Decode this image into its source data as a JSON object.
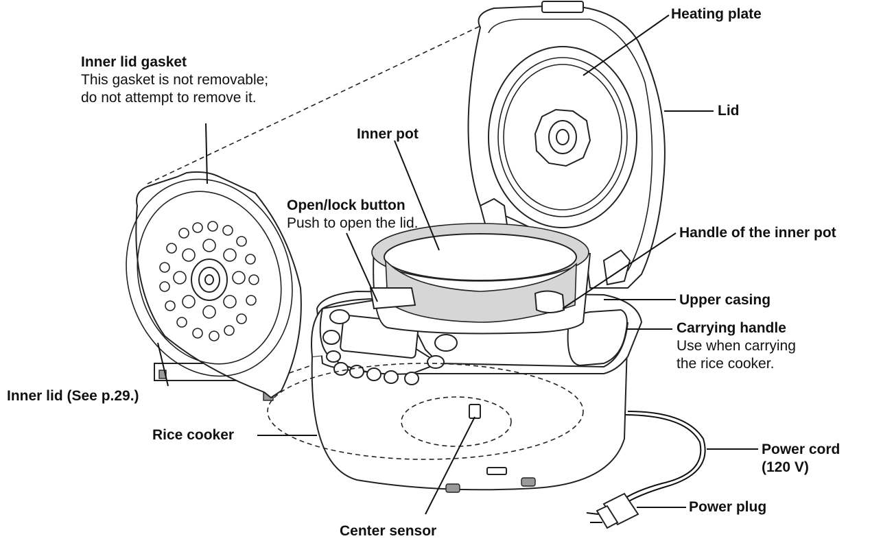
{
  "labels": {
    "heating_plate": "Heating plate",
    "lid": "Lid",
    "inner_lid_gasket_title": "Inner lid gasket",
    "inner_lid_gasket_desc_1": "This gasket is not removable;",
    "inner_lid_gasket_desc_2": "do not attempt to remove it.",
    "inner_pot": "Inner pot",
    "open_lock_title": "Open/lock button",
    "open_lock_desc": "Push to open the lid.",
    "handle_inner_pot": "Handle of the inner pot",
    "upper_casing": "Upper casing",
    "carrying_handle_title": "Carrying handle",
    "carrying_handle_desc_1": "Use when carrying",
    "carrying_handle_desc_2": "the rice cooker.",
    "inner_lid": "Inner lid (See p.29.)",
    "rice_cooker": "Rice cooker",
    "power_cord_1": "Power cord",
    "power_cord_2": "(120 V)",
    "power_plug": "Power plug",
    "center_sensor": "Center sensor"
  }
}
